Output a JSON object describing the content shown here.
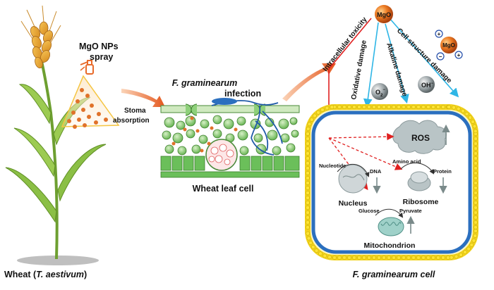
{
  "labels": {
    "mgo_spray": [
      "MgO NPs",
      "spray"
    ],
    "stoma": [
      "Stoma",
      "absorption"
    ],
    "infection_title": "F. graminearum",
    "infection_word": "infection",
    "leaf_cell": "Wheat leaf cell",
    "wheat_caption_pre": "Wheat (",
    "wheat_caption_species": "T. aestivum",
    "wheat_caption_post": ")",
    "fungus_caption": "F. graminearum cell",
    "mgo_particle": "MgO",
    "mgo_particle_small": "MgO",
    "ion_plus": "+",
    "ion_minus": "−",
    "intracellular": "Intracellular toxicity",
    "oxidative": "Oxidative damage",
    "alkaline": "Alkaline damage",
    "cell_structure": "Cell structure damage",
    "superoxide": "O",
    "superoxide_sub": "2",
    "superoxide_sup": "−",
    "hydroxide": "OH",
    "hydroxide_sup": "−",
    "ros": "ROS",
    "nucleotide": "Nucleotide",
    "dna": "DNA",
    "amino_acid": "Amino acid",
    "protein": "Protein",
    "nucleus": "Nucleus",
    "ribosome": "Ribosome",
    "glucose": "Glucose",
    "pyruvate": "Pyruvate",
    "mitochondrion": "Mitochondrion"
  },
  "colors": {
    "wheat_stem": "#7aab3a",
    "wheat_head": "#e8a33a",
    "nanoparticle": "#e0722a",
    "leaf_cell": "#6bbf5a",
    "fungus_membrane": "#2b6fbf",
    "fungus_outer": "#f2d21b",
    "arrow_red": "#e02020",
    "arrow_cyan": "#2fb6e6"
  }
}
